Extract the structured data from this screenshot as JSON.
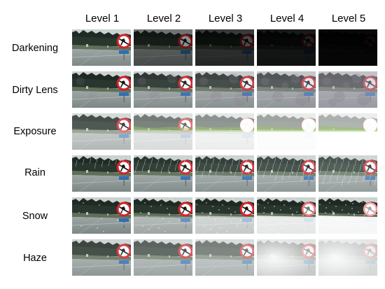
{
  "column_headers": [
    "Level 1",
    "Level 2",
    "Level 3",
    "Level 4",
    "Level 5"
  ],
  "rows": [
    {
      "label": "Darkening"
    },
    {
      "label": "Dirty Lens"
    },
    {
      "label": "Exposure"
    },
    {
      "label": "Rain"
    },
    {
      "label": "Snow"
    },
    {
      "label": "Haze"
    }
  ],
  "scene": {
    "description_icon": "traffic-sign-road-scene",
    "sign_color": "#d2222a",
    "plate_color": "#2f6fb4"
  }
}
